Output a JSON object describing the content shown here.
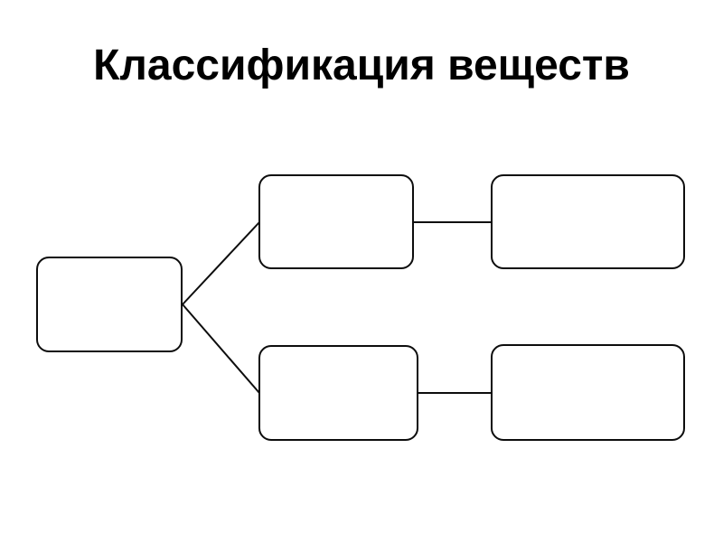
{
  "slide": {
    "title": "Классификация веществ"
  },
  "diagram": {
    "type": "tree",
    "nodes": [
      {
        "id": "root",
        "label": ""
      },
      {
        "id": "branch-top",
        "label": ""
      },
      {
        "id": "leaf-top",
        "label": ""
      },
      {
        "id": "branch-bottom",
        "label": ""
      },
      {
        "id": "leaf-bottom",
        "label": ""
      }
    ],
    "edges": [
      {
        "from": "root",
        "to": "branch-top"
      },
      {
        "from": "root",
        "to": "branch-bottom"
      },
      {
        "from": "branch-top",
        "to": "leaf-top"
      },
      {
        "from": "branch-bottom",
        "to": "leaf-bottom"
      }
    ],
    "colors": {
      "background": "#ffffff",
      "box_fill": "#ffffff",
      "box_border": "#0d0d0d",
      "connector": "#0d0d0d",
      "title_text": "#000000"
    }
  }
}
